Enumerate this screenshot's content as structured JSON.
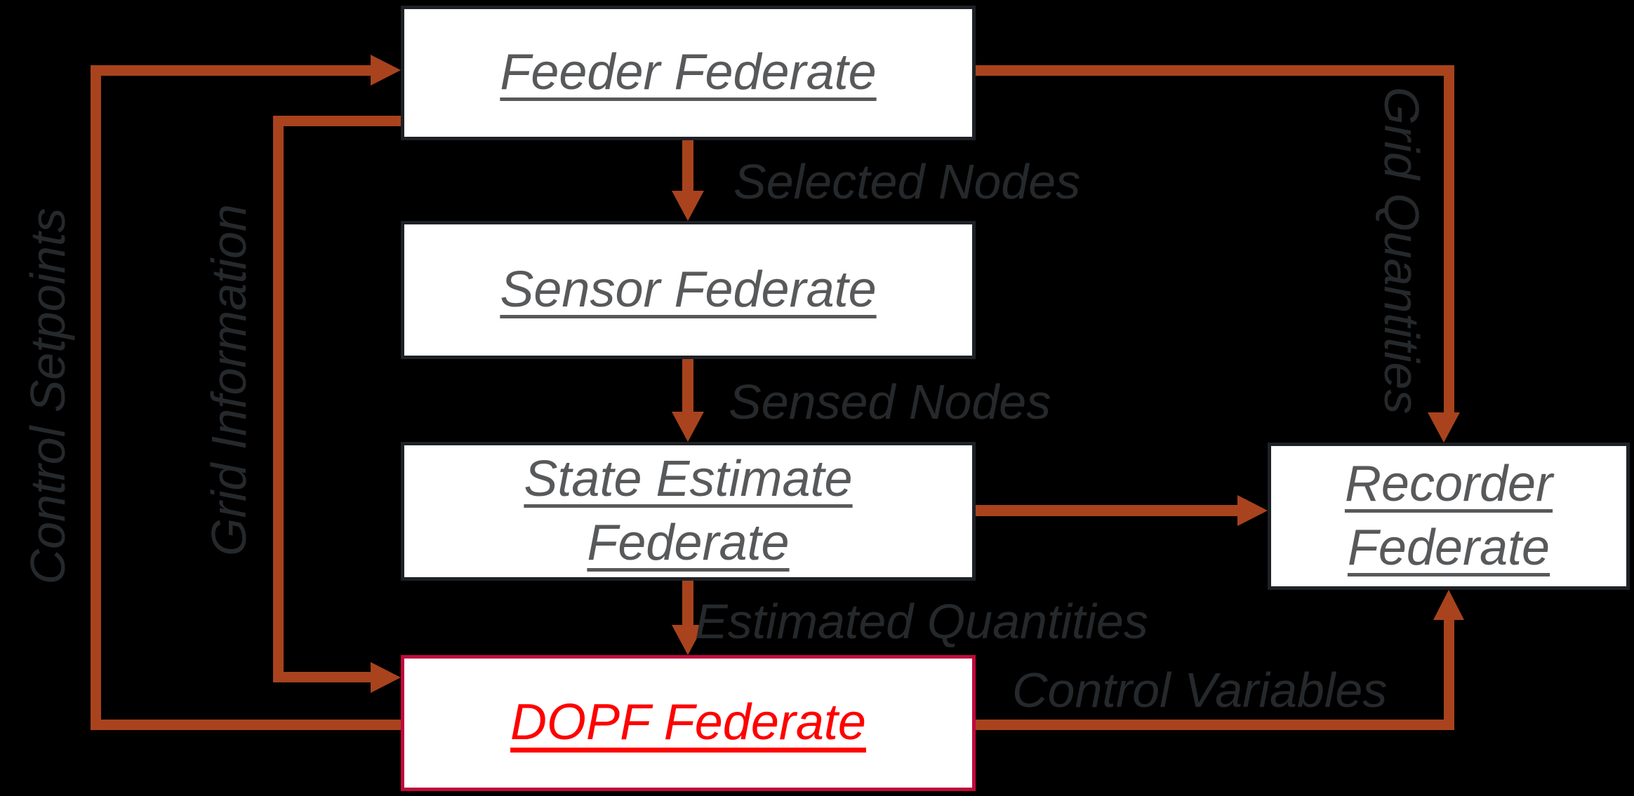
{
  "diagram": {
    "boxes": {
      "feeder": "Feeder Federate",
      "sensor": "Sensor Federate",
      "state_estimate": "State Estimate Federate",
      "dopf": "DOPF Federate",
      "recorder": "Recorder Federate"
    },
    "edge_labels": {
      "selected_nodes": "Selected Nodes",
      "sensed_nodes": "Sensed Nodes",
      "estimated_quantities": "Estimated Quantities",
      "control_variables": "Control Variables",
      "grid_quantities": "Grid Quantities",
      "control_setpoints": "Control Setpoints",
      "grid_information": "Grid Information"
    },
    "colors": {
      "background": "#000000",
      "arrow_orange": "#A8431E",
      "box_fill": "#FFFFFF",
      "box_border": "#1E2126",
      "box_text_gray": "#58595B",
      "edge_label_gray": "#26292C",
      "dopf_border_crimson": "#C0093C",
      "dopf_text_red": "#FF0000"
    }
  }
}
